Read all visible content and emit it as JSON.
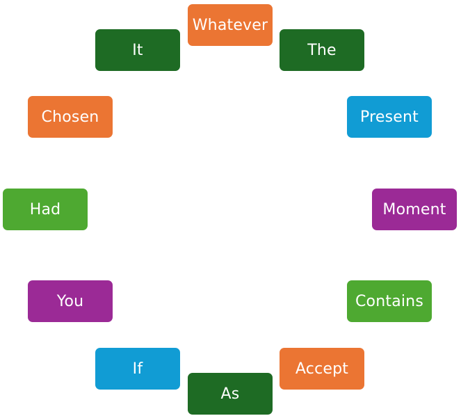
{
  "colors": {
    "orange": "#EB7533",
    "dark_green": "#1E6B24",
    "blue": "#119CD4",
    "purple": "#9B2A96",
    "green": "#4EA931"
  },
  "words": [
    {
      "label": "Whatever",
      "color": "#EB7533"
    },
    {
      "label": "The",
      "color": "#1E6B24"
    },
    {
      "label": "Present",
      "color": "#119CD4"
    },
    {
      "label": "Moment",
      "color": "#9B2A96"
    },
    {
      "label": "Contains",
      "color": "#4EA931"
    },
    {
      "label": "Accept",
      "color": "#EB7533"
    },
    {
      "label": "As",
      "color": "#1E6B24"
    },
    {
      "label": "If",
      "color": "#119CD4"
    },
    {
      "label": "You",
      "color": "#9B2A96"
    },
    {
      "label": "Had",
      "color": "#4EA931"
    },
    {
      "label": "Chosen",
      "color": "#EB7533"
    },
    {
      "label": "It",
      "color": "#1E6B24"
    }
  ]
}
